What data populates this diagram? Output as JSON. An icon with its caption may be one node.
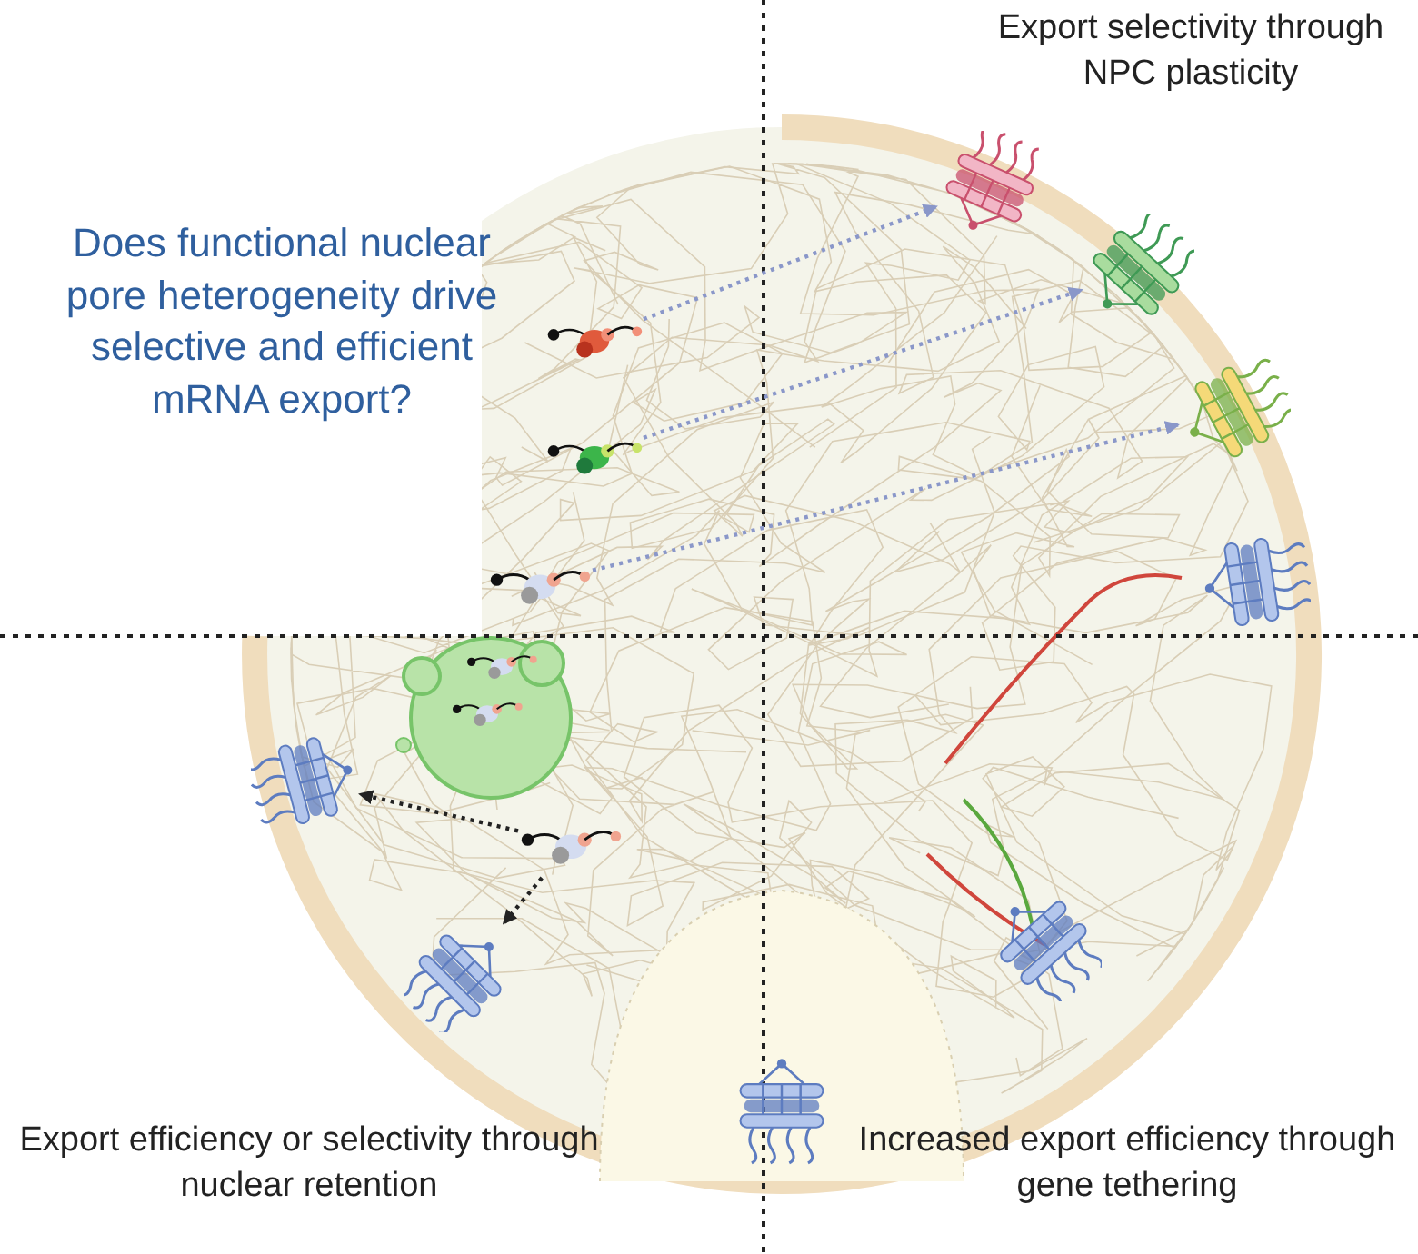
{
  "diagram": {
    "title": "Does functional nuclear pore heterogeneity drive selective and efficient mRNA export?",
    "nodes": [
      {
        "text": [],
        "shape": "picture"
      },
      {
        "text": [],
        "shape": "picture"
      },
      {
        "text": [],
        "shape": "picture"
      },
      {
        "text": [],
        "shape": "picture"
      },
      {
        "text": [],
        "shape": "picture"
      },
      {
        "text": [],
        "shape": "picture"
      },
      {
        "text": [],
        "shape": "picture"
      },
      {
        "text": [],
        "shape": "picture"
      },
      {
        "text": [],
        "shape": "picture"
      },
      {
        "text": [],
        "shape": "picture"
      },
      {
        "text": [],
        "shape": "picture"
      },
      {
        "text": [],
        "shape": "picture"
      }
    ],
    "edges": [
      {
        "from": 1,
        "to": 0,
        "arrow": "to",
        "style": "dashed"
      },
      {
        "from": 3,
        "to": 2,
        "arrow": "to",
        "style": "dashed"
      },
      {
        "from": 5,
        "to": 4,
        "arrow": "to",
        "style": "dashed"
      },
      {
        "from": 7,
        "to": 6,
        "arrow": "to",
        "style": "dashed",
        "color": "#222222"
      },
      {
        "from": 7,
        "to": 8,
        "arrow": "to",
        "style": "dashed",
        "color": "#222222"
      }
    ],
    "labels": [
      "Export selectivity through NPC plasticity",
      "Export efficiency or selectivity through nuclear retention",
      "Increased export efficiency through gene tethering"
    ]
  }
}
